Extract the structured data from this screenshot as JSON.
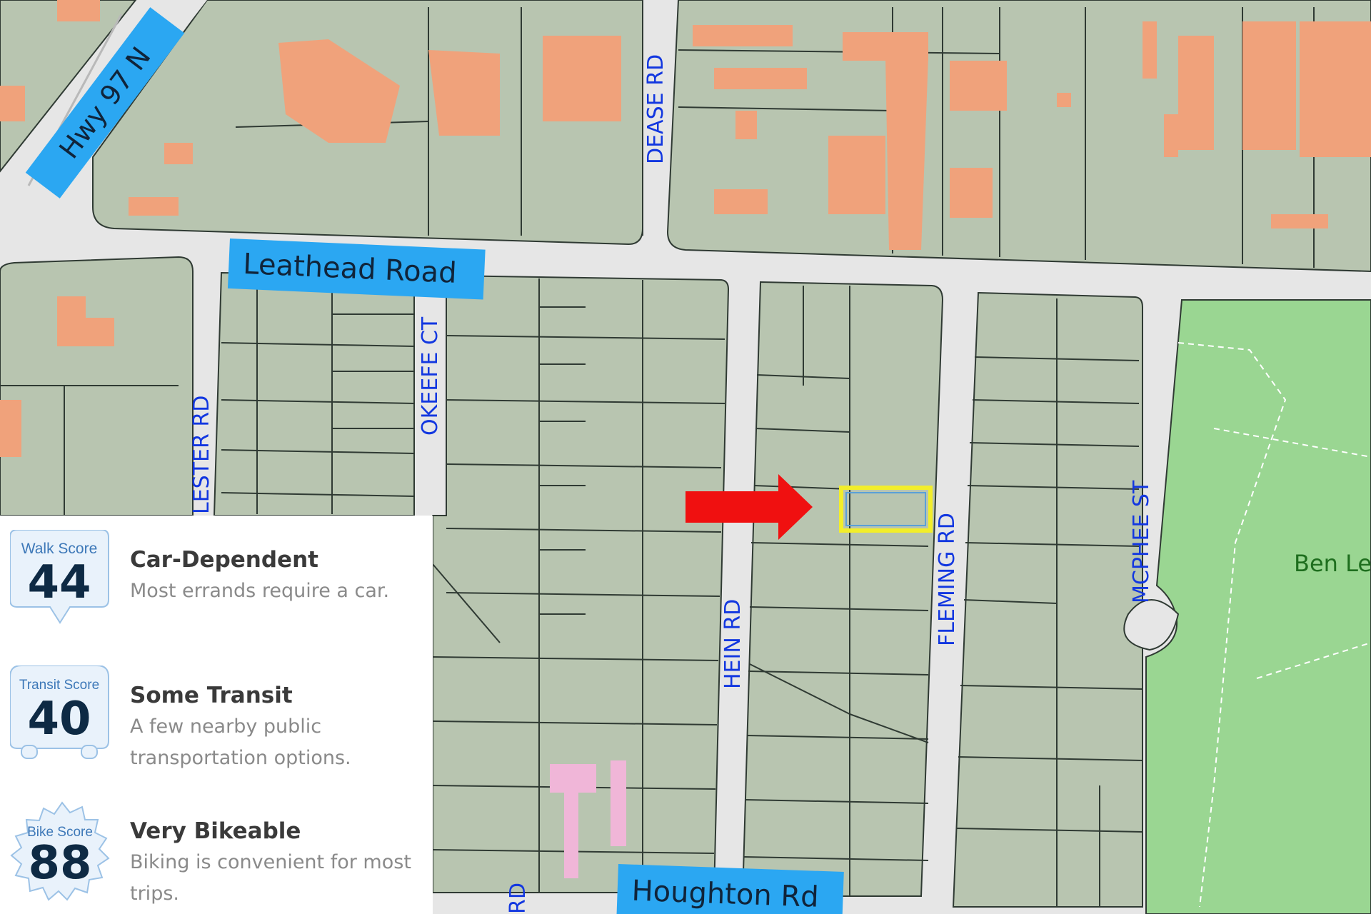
{
  "map": {
    "highway_label": "Hwy 97 N",
    "major_roads": {
      "leathead": "Leathead Road",
      "houghton": "Houghton Rd"
    },
    "streets": {
      "dease": "DEASE RD",
      "lester": "LESTER RD",
      "okeefe": "OKEEFE CT",
      "hein": "HEIN RD",
      "fleming": "FLEMING RD",
      "mcphee": "MCPHEE ST",
      "bottom_partial": "RD"
    },
    "park_label": "Ben Le",
    "colors": {
      "background": "#e6e6e6",
      "parcel": "#b8c5b0",
      "parcel_line": "#2f3a33",
      "building": "#f0a27b",
      "building_alt": "#f0b6d8",
      "park": "#9ad692",
      "label_bg": "#2ba7f2",
      "arrow": "#f01010",
      "highlight": "#f2ee2a",
      "street_text": "#1237e0"
    }
  },
  "scores": {
    "walk": {
      "badge": "Walk Score",
      "value": "44",
      "title": "Car-Dependent",
      "desc": "Most errands require a car."
    },
    "transit": {
      "badge": "Transit Score",
      "value": "40",
      "title": "Some Transit",
      "desc": "A few nearby public transportation options."
    },
    "bike": {
      "badge": "Bike Score",
      "value": "88",
      "title": "Very Bikeable",
      "desc": "Biking is convenient for most trips."
    }
  }
}
